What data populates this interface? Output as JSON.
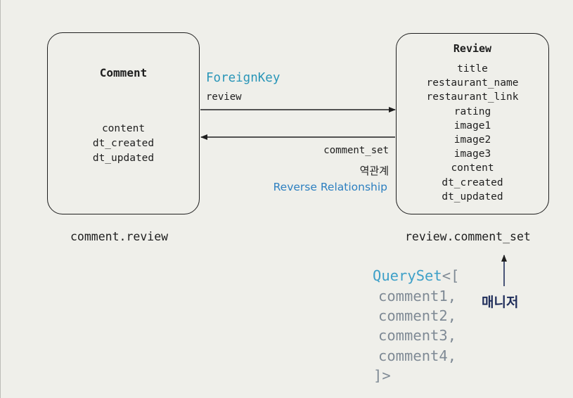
{
  "comment_model": {
    "title": "Comment",
    "fields": [
      "content",
      "dt_created",
      "dt_updated"
    ]
  },
  "review_model": {
    "title": "Review",
    "fields": [
      "title",
      "restaurant_name",
      "restaurant_link",
      "rating",
      "image1",
      "image2",
      "image3",
      "content",
      "dt_created",
      "dt_updated"
    ]
  },
  "forward_relation": {
    "type_label": "ForeignKey",
    "field_name": "review"
  },
  "reverse_relation": {
    "field_name": "comment_set",
    "label_ko": "역관계",
    "label_en": "Reverse Relationship"
  },
  "access": {
    "comment": "comment.review",
    "review": "review.comment_set"
  },
  "manager_label": "매니저",
  "queryset": {
    "open_keyword": "QuerySet",
    "open_bracket": "<[",
    "items": [
      "comment1,",
      "comment2,",
      "comment3,",
      "comment4,"
    ],
    "close": "]>"
  },
  "colors": {
    "foreign_key": "#2a96b8",
    "reverse_en": "#2c7fc0",
    "queryset_keyword": "#3ea0c8",
    "queryset_items": "#7f8a95",
    "manager": "#1f2d5a"
  }
}
